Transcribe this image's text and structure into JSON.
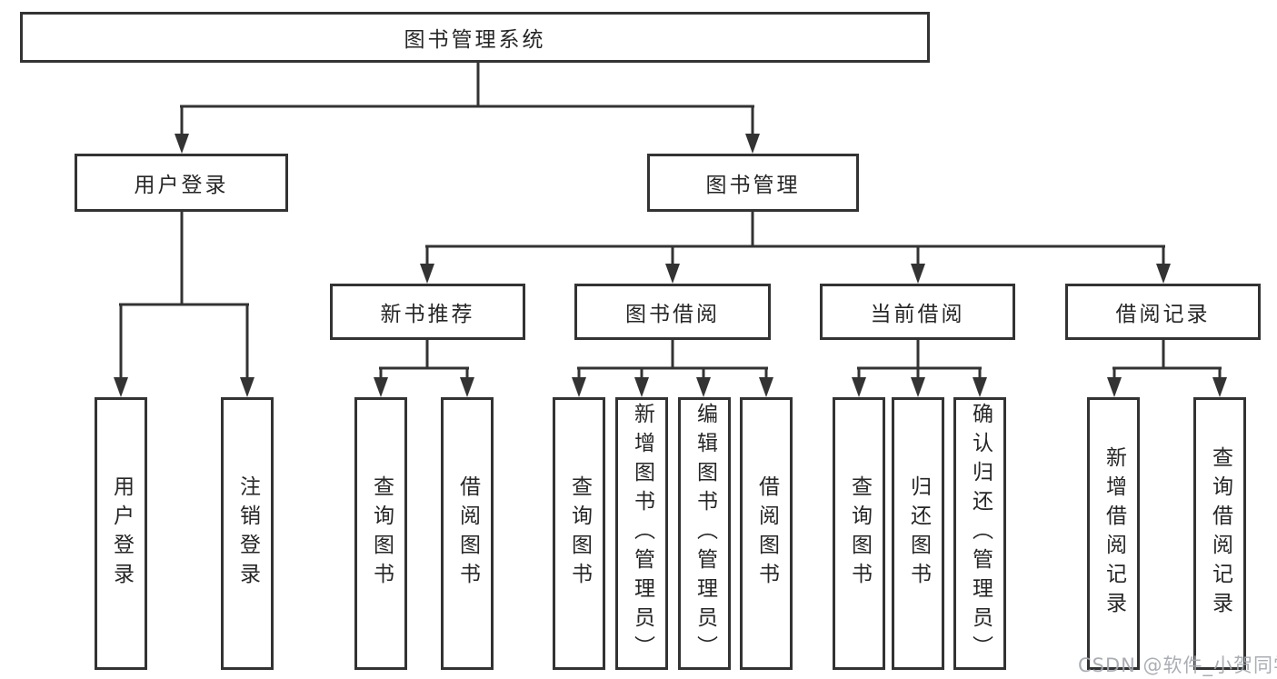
{
  "colors": {
    "background": "#ffffff",
    "line": "#333333",
    "box_border": "#333333",
    "text": "#262626",
    "watermark": "#a3a8ae"
  },
  "watermark": "CSDN @软件_小贺同学",
  "tree": {
    "root": "图书管理系统",
    "l2": [
      {
        "label": "用户登录",
        "children": [
          "用户登录",
          "注销登录"
        ]
      },
      {
        "label": "图书管理",
        "children": []
      }
    ],
    "l3": [
      {
        "label": "新书推荐",
        "children": [
          "查询图书",
          "借阅图书"
        ]
      },
      {
        "label": "图书借阅",
        "children": [
          "查询图书",
          "新增图书（管理员）",
          "编辑图书（管理员）",
          "借阅图书"
        ]
      },
      {
        "label": "当前借阅",
        "children": [
          "查询图书",
          "归还图书",
          "确认归还（管理员）"
        ]
      },
      {
        "label": "借阅记录",
        "children": [
          "新增借阅记录",
          "查询借阅记录"
        ]
      }
    ]
  }
}
